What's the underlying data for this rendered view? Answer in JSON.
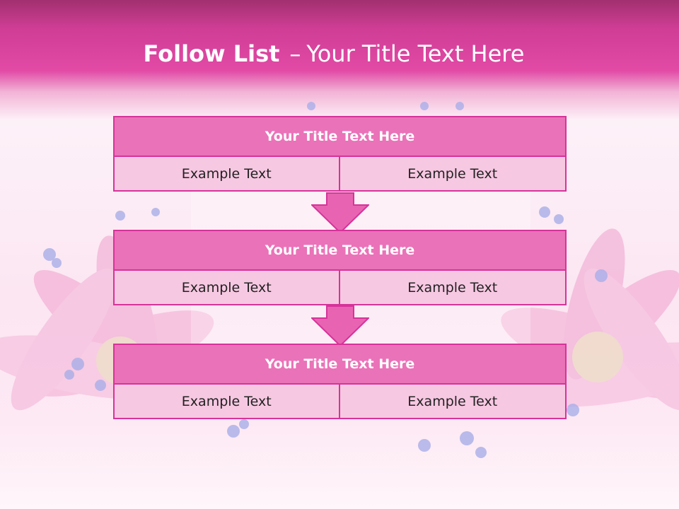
{
  "title": {
    "bold": "Follow List",
    "dash": "–",
    "rest": "Your Title Text Here"
  },
  "steps": [
    {
      "title": "Your Title Text Here",
      "left": "Example Text",
      "right": "Example Text"
    },
    {
      "title": "Your Title Text Here",
      "left": "Example Text",
      "right": "Example Text"
    },
    {
      "title": "Your Title Text Here",
      "left": "Example Text",
      "right": "Example Text"
    }
  ],
  "colors": {
    "header": "#d83c9c",
    "block_title_fill": "#ea72b8",
    "cell_fill": "#f7c8e2",
    "border": "#d6339a",
    "arrow": "#e864b2"
  }
}
